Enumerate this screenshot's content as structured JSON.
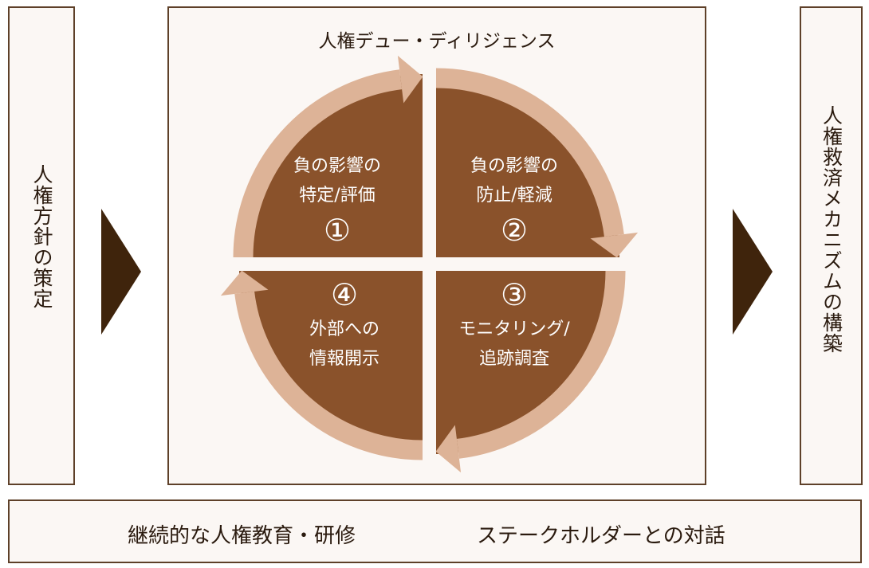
{
  "left_box": {
    "label": "人権方針の策定"
  },
  "right_box": {
    "label": "人権救済メカニズムの構築"
  },
  "center": {
    "title": "人権デュー・ディリジェンス",
    "steps": [
      {
        "number": "①",
        "line1": "負の影響の",
        "line2": "特定/評価"
      },
      {
        "number": "②",
        "line1": "負の影響の",
        "line2": "防止/軽減"
      },
      {
        "number": "③",
        "line1": "モニタリング/",
        "line2": "追跡調査"
      },
      {
        "number": "④",
        "line1": "外部への",
        "line2": "情報開示"
      }
    ]
  },
  "bottom_box": {
    "items": [
      "継続的な人権教育・研修",
      "ステークホルダーとの対話"
    ]
  },
  "colors": {
    "background": "#fbf7f4",
    "quadrant": "#8a522b",
    "ring": "#ddb397",
    "border": "#5e4029",
    "arrow": "#3f240c"
  }
}
